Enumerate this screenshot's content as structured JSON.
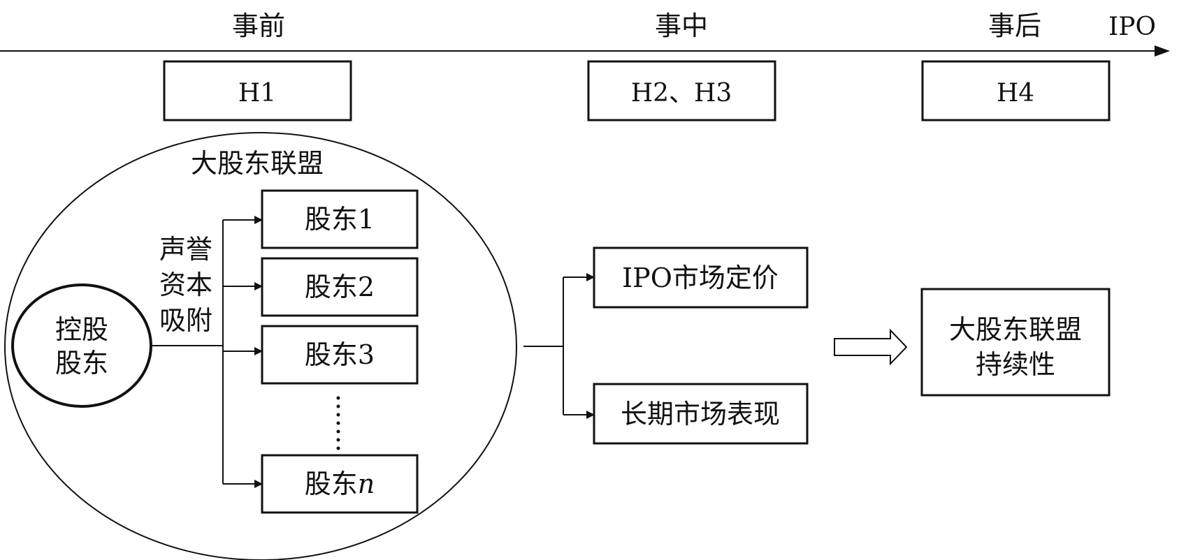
{
  "timeline": {
    "phase_before": "事前",
    "phase_during": "事中",
    "phase_after": "事后",
    "end_label": "IPO"
  },
  "hypotheses": {
    "h1": "H1",
    "h2_h3": "H2、H3",
    "h4": "H4"
  },
  "alliance": {
    "title": "大股东联盟",
    "controller_line1": "控股",
    "controller_line2": "股东",
    "mechanism_line1": "声誉",
    "mechanism_line2": "资本",
    "mechanism_line3": "吸附",
    "shareholder_1": "股东1",
    "shareholder_2": "股东2",
    "shareholder_3": "股东3",
    "shareholder_n_prefix": "股东",
    "shareholder_n_suffix": "n"
  },
  "outcomes": {
    "ipo_pricing": "IPO市场定价",
    "long_term": "长期市场表现"
  },
  "result": {
    "line1": "大股东联盟",
    "line2": "持续性"
  },
  "colors": {
    "ink": "#111111",
    "background": "#ffffff"
  }
}
